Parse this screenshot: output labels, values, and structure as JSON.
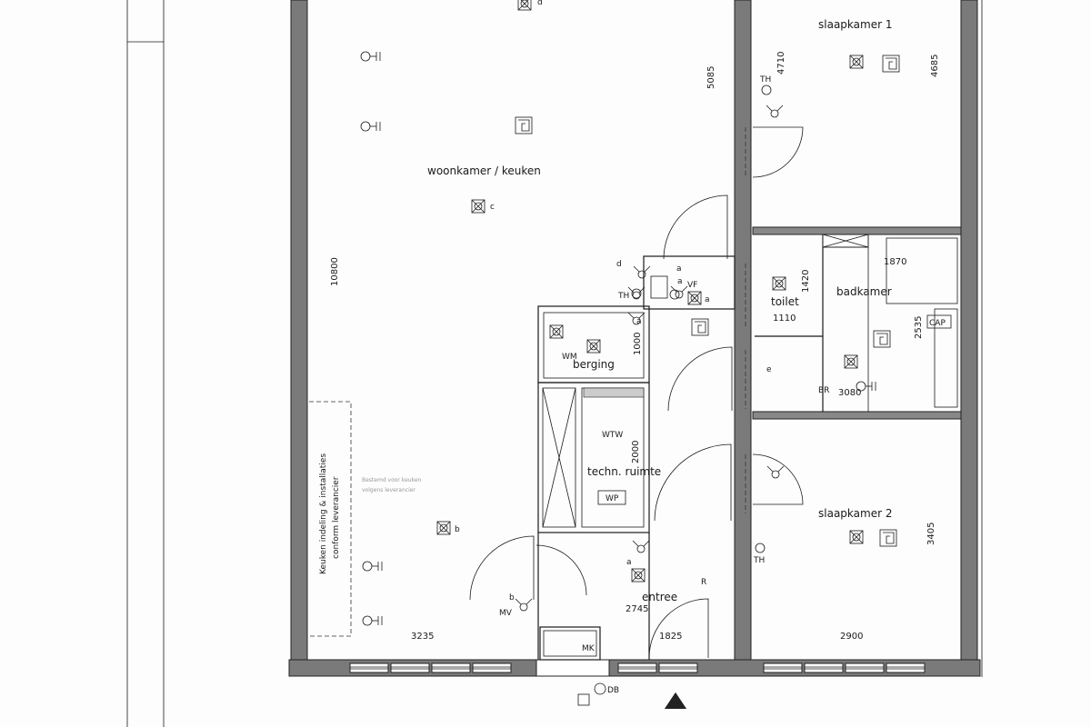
{
  "rooms": {
    "woonkamer": "woonkamer / keuken",
    "slaapkamer1": "slaapkamer 1",
    "slaapkamer2": "slaapkamer 2",
    "badkamer": "badkamer",
    "toilet": "toilet",
    "berging": "berging",
    "techn": "techn. ruimte",
    "entree": "entree"
  },
  "kitchen_note": [
    "Keuken indeling & installaties",
    "conform leverancier"
  ],
  "faded_note": [
    "Bestemd voor keuken",
    "volgens leverancier"
  ],
  "dimensions": {
    "d10800": "10800",
    "d5085": "5085",
    "d4710": "4710",
    "d4685": "4685",
    "d1870": "1870",
    "d1420": "1420",
    "d1110": "1110",
    "d2535": "2535",
    "d3080": "3080",
    "d1000": "1000",
    "d2000": "2000",
    "d2745": "2745",
    "d1825": "1825",
    "d3235": "3235",
    "d2900": "2900",
    "d3405": "3405"
  },
  "equipment": {
    "wm": "WM",
    "wtw": "WTW",
    "wp": "WP",
    "cap": "CAP",
    "mk": "MK",
    "db": "DB",
    "th1": "TH",
    "th2": "TH",
    "th3": "TH",
    "mv": "MV",
    "vf": "VF",
    "br": "BR",
    "r": "R"
  },
  "switch_letters": {
    "a1": "a",
    "a2": "a",
    "a3": "a",
    "a4": "a",
    "a5": "a",
    "b1": "b",
    "b2": "b",
    "c": "c",
    "d1": "d",
    "d2": "d",
    "e": "e"
  },
  "icons": [
    "ceiling-light-icon",
    "wall-socket-icon",
    "floor-heating-icon",
    "switch-icon",
    "thermostat-icon",
    "north-arrow-icon"
  ]
}
